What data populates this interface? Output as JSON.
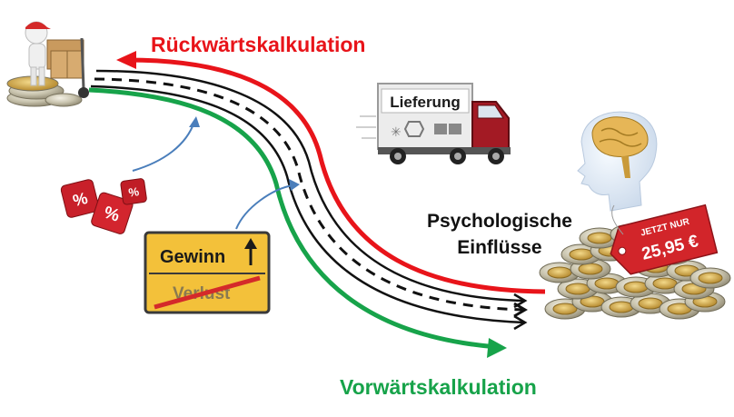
{
  "diagram": {
    "backward_label": "Rückwärtskalkulation",
    "forward_label": "Vorwärtskalkulation",
    "psych_line1": "Psychologische",
    "psych_line2": "Einflüsse",
    "truck_label": "Lieferung",
    "sign_top": "Gewinn",
    "sign_bottom": "Verlust",
    "tag_line1": "JETZT NUR",
    "tag_line2": "25,95 €",
    "die_symbol": "%",
    "colors": {
      "backward": "#e8141a",
      "forward": "#17a34a",
      "road": "#111111",
      "arrow_blue": "#4a7ebb",
      "sign_yellow": "#f3c13a",
      "tag_red": "#d2252a"
    },
    "icons": [
      "delivery-person-icon",
      "dice-icon",
      "truck-icon",
      "brain-head-icon",
      "coin-stack-icon",
      "price-tag-icon",
      "road-sign-icon"
    ]
  }
}
